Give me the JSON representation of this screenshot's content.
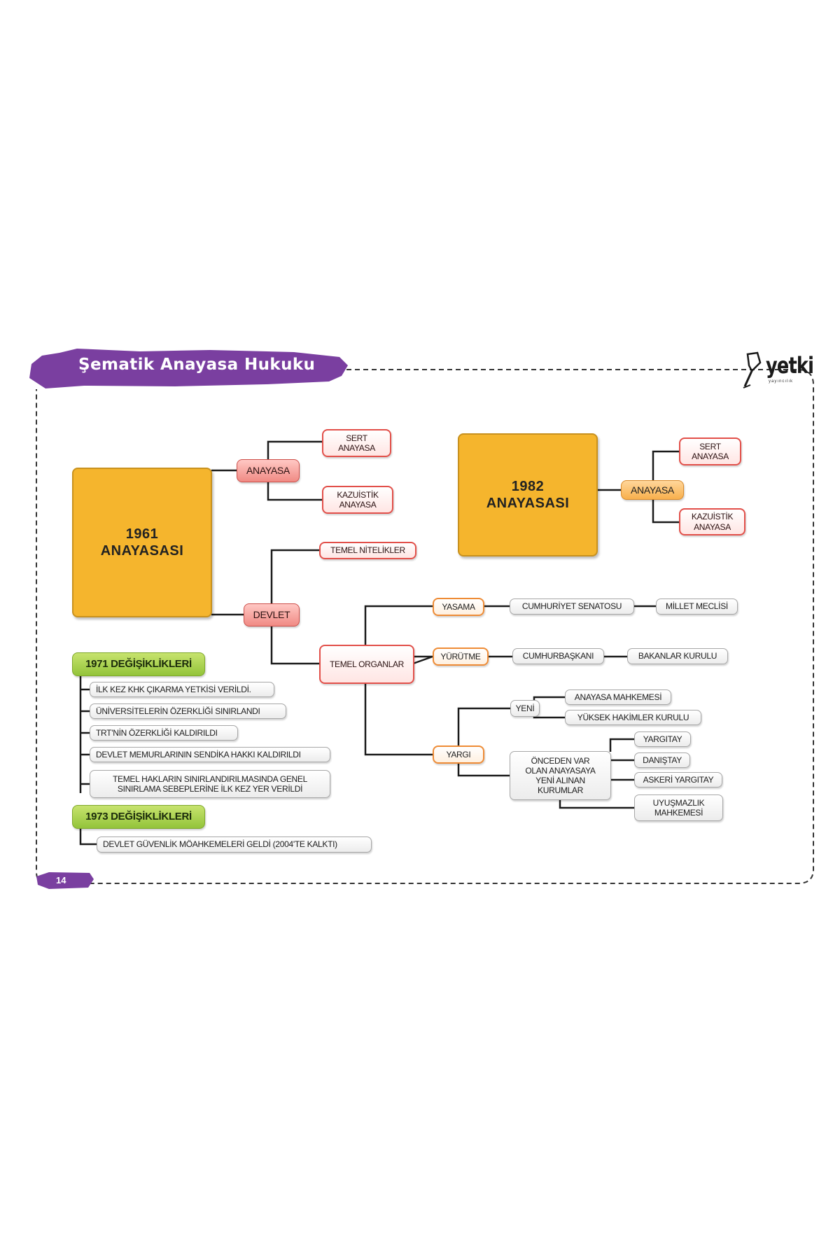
{
  "header": {
    "title": "Şematik Anayasa Hukuku",
    "brand": "yetki",
    "brand_sub": "yayıncılık",
    "page_number": "14"
  },
  "c1961": {
    "title": "1961\nANAYASASI",
    "anayasa": "ANAYASA",
    "sert": "SERT\nANAYASA",
    "kazuistik": "KAZUİSTİK\nANAYASA",
    "devlet": "DEVLET",
    "temel_nitelikler": "TEMEL NİTELİKLER",
    "temel_organlar": "TEMEL ORGANLAR",
    "yasama": "YASAMA",
    "cumhuriyet_senatosu": "CUMHURİYET SENATOSU",
    "millet_meclisi": "MİLLET MECLİSİ",
    "yurutme": "YÜRÜTME",
    "cumhurbaskani": "CUMHURBAŞKANI",
    "bakanlar_kurulu": "BAKANLAR KURULU",
    "yargi": "YARGI",
    "yeni": "YENİ",
    "anayasa_mahkemesi": "ANAYASA MAHKEMESİ",
    "yuksek_hakimler": "YÜKSEK HAKİMLER KURULU",
    "onceden": "ÖNCEDEN VAR\nOLAN ANAYASAYA\nYENİ ALINAN\nKURUMLAR",
    "yargitay": "YARGITAY",
    "danistay": "DANIŞTAY",
    "askeri_yargitay": "ASKERİ YARGITAY",
    "uyusmazlik": "UYUŞMAZLIK\nMAHKEMESİ"
  },
  "c1982": {
    "title": "1982\nANAYASASI",
    "anayasa": "ANAYASA",
    "sert": "SERT\nANAYASA",
    "kazuistik": "KAZUİSTİK\nANAYASA"
  },
  "changes1971": {
    "label": "1971 DEĞİŞİKLİKLERİ",
    "items": [
      "İLK KEZ KHK ÇIKARMA YETKİSİ VERİLDİ.",
      "ÜNİVERSİTELERİN ÖZERKLİĞİ SINIRLANDI",
      "TRT'NİN ÖZERKLİĞİ KALDIRILDI",
      "DEVLET MEMURLARININ SENDİKA HAKKI KALDIRILDI",
      "TEMEL HAKLARIN SINIRLANDIRILMASINDA GENEL\nSINIRLAMA SEBEPLERİNE İLK KEZ YER VERİLDİ"
    ]
  },
  "changes1973": {
    "label": "1973 DEĞİŞİKLİKLERİ",
    "items": [
      "DEVLET GÜVENLİK MÖAHKEMELERİ GELDİ (2004'TE KALKTI)"
    ]
  },
  "colors": {
    "purple": "#7a3fa0",
    "orange_box": "#f5b52d",
    "pink": "#f08a84",
    "green": "#93c43a"
  }
}
